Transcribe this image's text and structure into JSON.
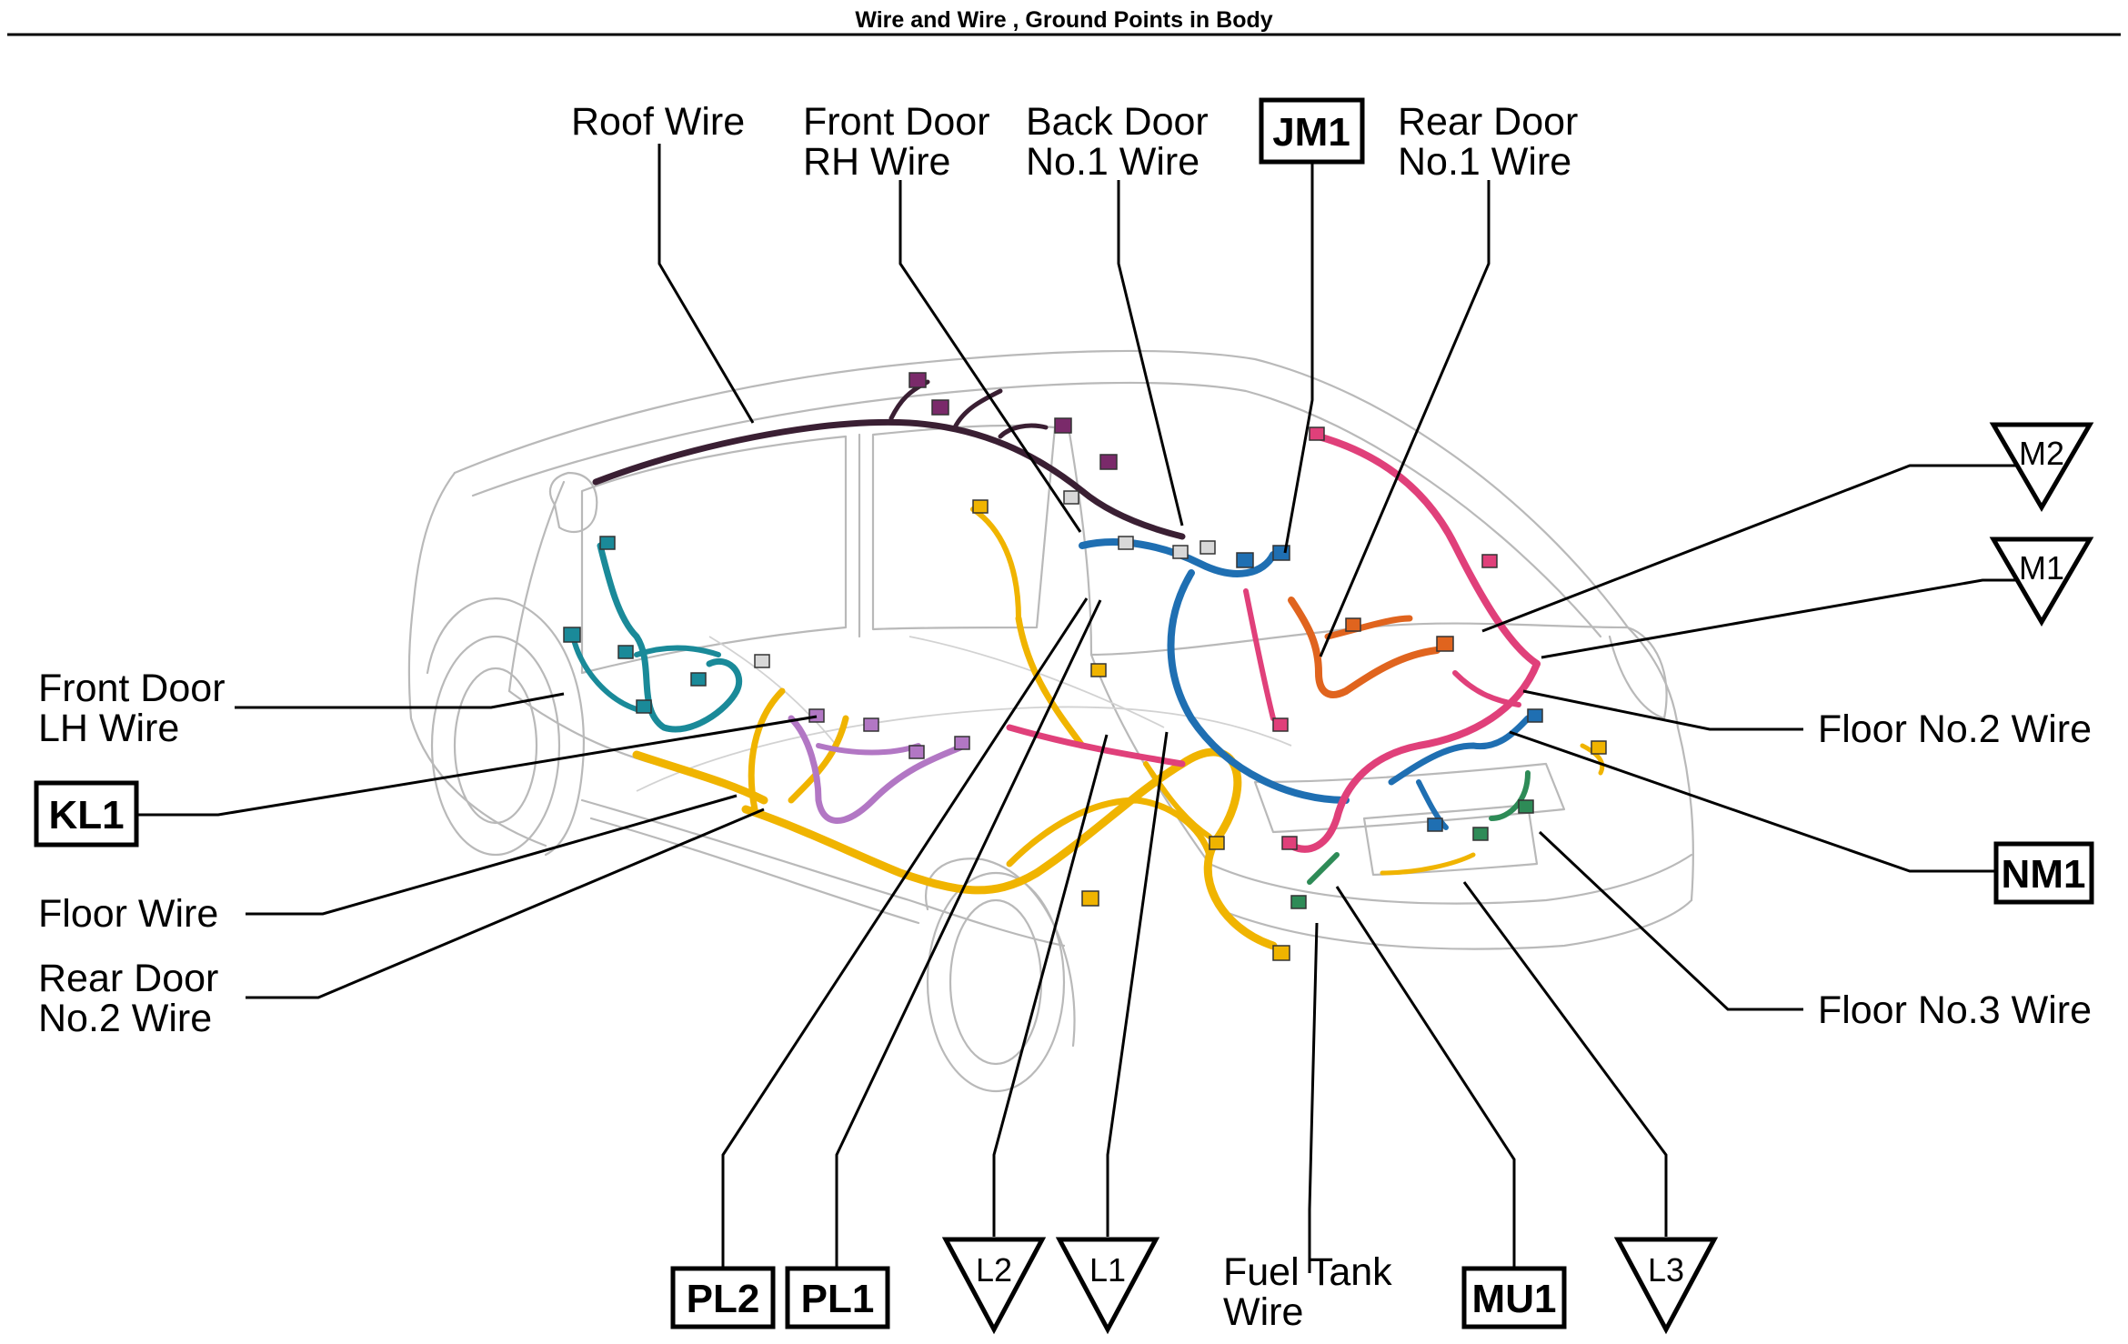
{
  "title": "Wire and Wire , Ground Points in Body",
  "labels": {
    "roof_wire": "Roof Wire",
    "front_door_rh_wire": [
      "Front Door",
      "RH Wire"
    ],
    "back_door_no1_wire": [
      "Back Door",
      "No.1 Wire"
    ],
    "rear_door_no1_wire": [
      "Rear Door",
      "No.1 Wire"
    ],
    "front_door_lh_wire": [
      "Front Door",
      "LH Wire"
    ],
    "floor_wire": "Floor Wire",
    "rear_door_no2_wire": [
      "Rear Door",
      "No.2 Wire"
    ],
    "floor_no2_wire": "Floor No.2 Wire",
    "floor_no3_wire": "Floor No.3 Wire",
    "fuel_tank_wire": [
      "Fuel Tank",
      "Wire"
    ]
  },
  "connectors": {
    "jm1": "JM1",
    "kl1": "KL1",
    "nm1": "NM1",
    "pl2": "PL2",
    "pl1": "PL1",
    "mu1": "MU1"
  },
  "ground_points": {
    "m2": "M2",
    "m1": "M1",
    "l2": "L2",
    "l1": "L1",
    "l3": "L3"
  },
  "colors": {
    "roof_harness": "#3a1f33",
    "floor_harness": "#f0b400",
    "floor_no2_harness": "#e0407a",
    "back_door_harness": "#1f6fb2",
    "rear_door_no1_harness": "#e0641e",
    "front_door_lh_harness": "#1a8a99",
    "rear_door_no2_harness": "#b277c4",
    "floor_no3_harness": "#2e8b57",
    "connector_grey": "#d8d8d8",
    "connector_purple": "#7a2a6a"
  }
}
